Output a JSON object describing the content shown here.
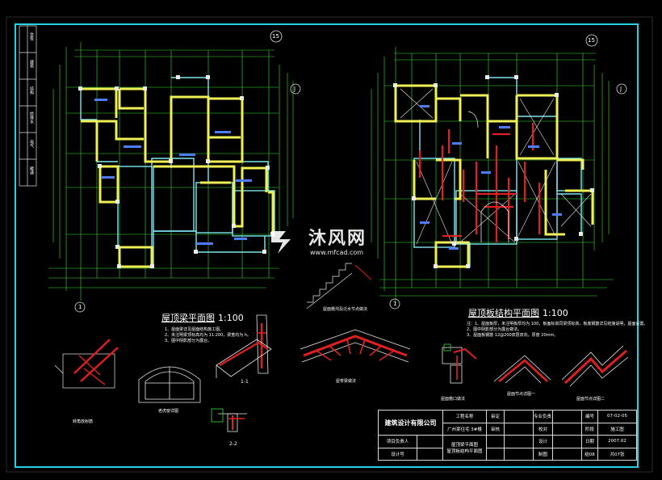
{
  "watermark": {
    "brand_cn": "沐风网",
    "url": "www.mfcad.com"
  },
  "plan_left": {
    "title": "屋顶梁平面图",
    "scale": "1:100",
    "axis_top": "15",
    "axis_bottom": "1",
    "axis_right": "J",
    "notes": [
      "1、屋面梁详见屋面结构施工图。",
      "2、未注明梁顶标高均为 11.200，梁宽均为 h。",
      "3、图中阴影部分为露台。"
    ]
  },
  "plan_right": {
    "title": "屋顶板结构平面图",
    "scale": "1:100",
    "axis_top": "15",
    "axis_bottom": "1",
    "axis_right": "J",
    "notes": [
      "注：1、屋面板厚，未注明板厚均为 100，板面标高同梁顶标高，板底钢筋详见结施说明，屋面设置。",
      "2、图中阴影部分为露台做法。",
      "3、屋面板钢筋 12@200双层双向，厚度 20mm。"
    ]
  },
  "details": {
    "stair": "屋面檐沟及泛水节点做法",
    "window": "老虎窗详图",
    "corner": "转角放射筋",
    "ridge": "屋脊梁做法",
    "sec11": "1-1",
    "sec22": "2-2",
    "eave": "屋面檐口做法",
    "node1": "屋面节点详图一",
    "node2": "屋面节点详图二"
  },
  "title_block": {
    "company": "建筑设计有限公司",
    "project": "广州某住宅 3#楼",
    "drawing1": "屋顶梁平面图",
    "drawing2": "屋顶板结构平面图",
    "approved": "审定",
    "reviewed": "审核",
    "checked": "校对",
    "designed": "设计",
    "drawn": "制图",
    "proj_no_label": "工程名称",
    "leader_label": "项目负责人",
    "major_label": "专业负责人",
    "design_label": "设计号",
    "phase_label": "阶段",
    "phase": "施工图",
    "no_label": "编号",
    "no": "07-02-05",
    "date_label": "日期",
    "date": "2007.02",
    "sheet": "结08",
    "total": "共07张"
  },
  "left_strip_labels": [
    "会签",
    "建筑",
    "结构",
    "给排水",
    "电气",
    "暖通"
  ]
}
